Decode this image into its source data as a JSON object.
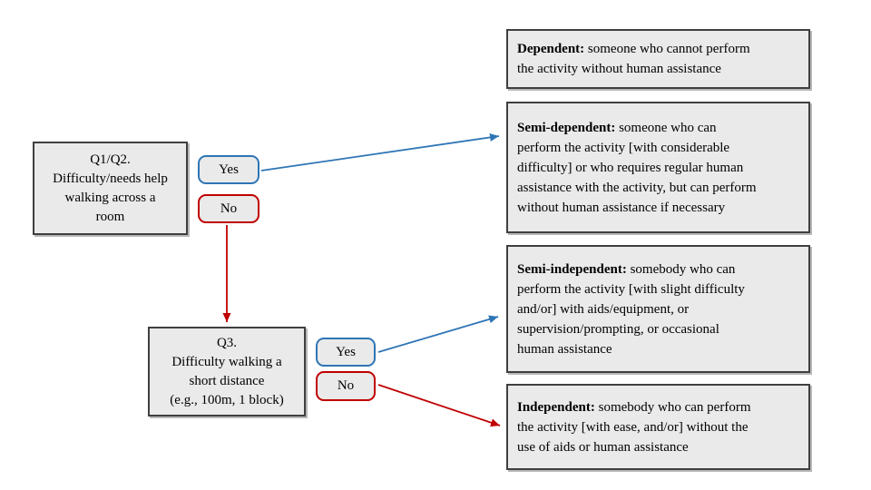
{
  "questions": {
    "q12": {
      "lines": [
        "Q1/Q2.",
        "Difficulty/needs help",
        "walking across a",
        "room"
      ]
    },
    "q3": {
      "lines": [
        "Q3.",
        "Difficulty walking a",
        "short distance",
        "(e.g., 100m, 1 block)"
      ]
    }
  },
  "buttons": {
    "q12_yes": "Yes",
    "q12_no": "No",
    "q3_yes": "Yes",
    "q3_no": "No"
  },
  "outcomes": [
    {
      "name": "dependent",
      "term": "Dependent:",
      "first_line_rest": " someone who cannot perform",
      "lines": [
        "the activity without human assistance"
      ]
    },
    {
      "name": "semi-dependent",
      "term": "Semi-dependent:",
      "first_line_rest": " someone who can",
      "lines": [
        "perform the activity [with considerable",
        "difficulty] or who requires regular human",
        "assistance with the activity, but can perform",
        "without human assistance if necessary"
      ]
    },
    {
      "name": "semi-independent",
      "term": "Semi-independent:",
      "first_line_rest": " somebody who can",
      "lines": [
        "perform the activity [with slight difficulty",
        "and/or] with aids/equipment, or",
        "supervision/prompting, or occasional",
        "human assistance"
      ]
    },
    {
      "name": "independent",
      "term": "Independent:",
      "first_line_rest": " somebody who can perform",
      "lines": [
        "the activity [with ease, and/or] without the",
        "use of aids or human assistance"
      ]
    }
  ],
  "colors": {
    "yes_blue": "#2E75B6",
    "no_red": "#C00000",
    "arrow_blue": "#2E75B6",
    "arrow_red": "#C00000",
    "box_fill": "#EAEAEA",
    "box_border": "#3F3F3F",
    "text": "#000000",
    "background": "#FFFFFF"
  }
}
